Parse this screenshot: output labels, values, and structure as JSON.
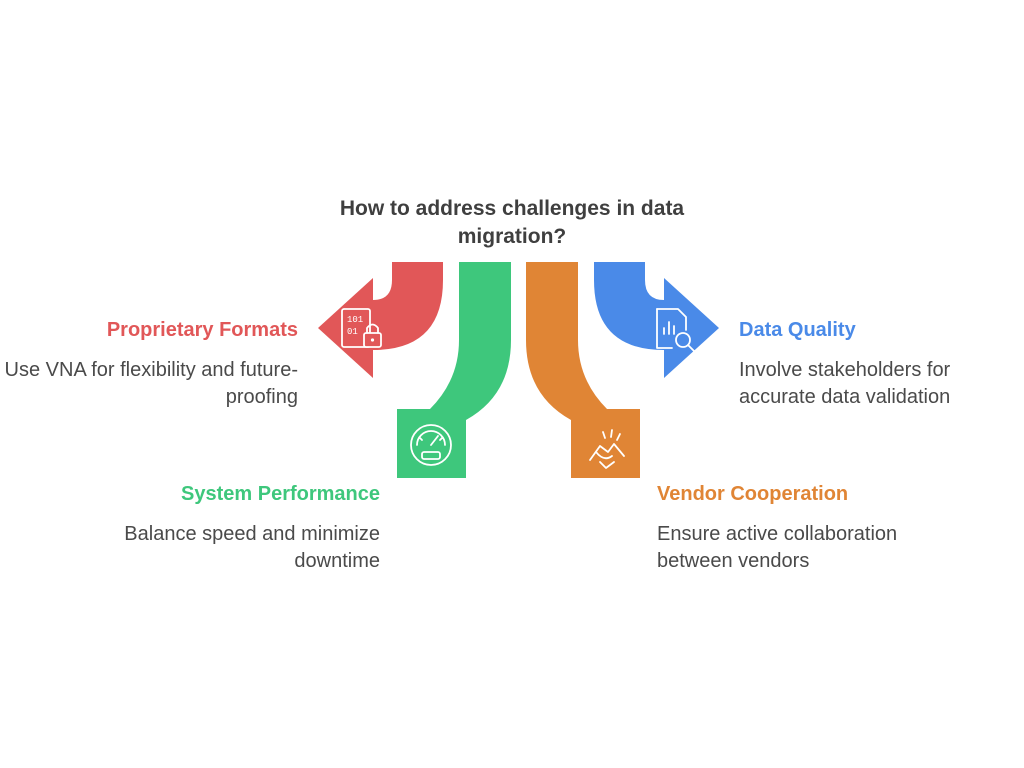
{
  "title": "How to address challenges in data migration?",
  "colors": {
    "red": "#e15758",
    "green": "#3ec77c",
    "orange": "#e08535",
    "blue": "#4a8ae8",
    "title": "#3f3f3f",
    "desc": "#4a4a4a"
  },
  "items": [
    {
      "key": "proprietary",
      "label": "Proprietary Formats",
      "description": "Use VNA for flexibility and future-proofing",
      "icon": "binary-lock-icon"
    },
    {
      "key": "system",
      "label": "System Performance",
      "description": "Balance speed and minimize downtime",
      "icon": "speedometer-icon"
    },
    {
      "key": "vendor",
      "label": "Vendor Cooperation",
      "description": "Ensure active collaboration between vendors",
      "icon": "handshake-icon"
    },
    {
      "key": "data",
      "label": "Data Quality",
      "description": "Involve stakeholders for accurate data validation",
      "icon": "document-search-icon"
    }
  ]
}
